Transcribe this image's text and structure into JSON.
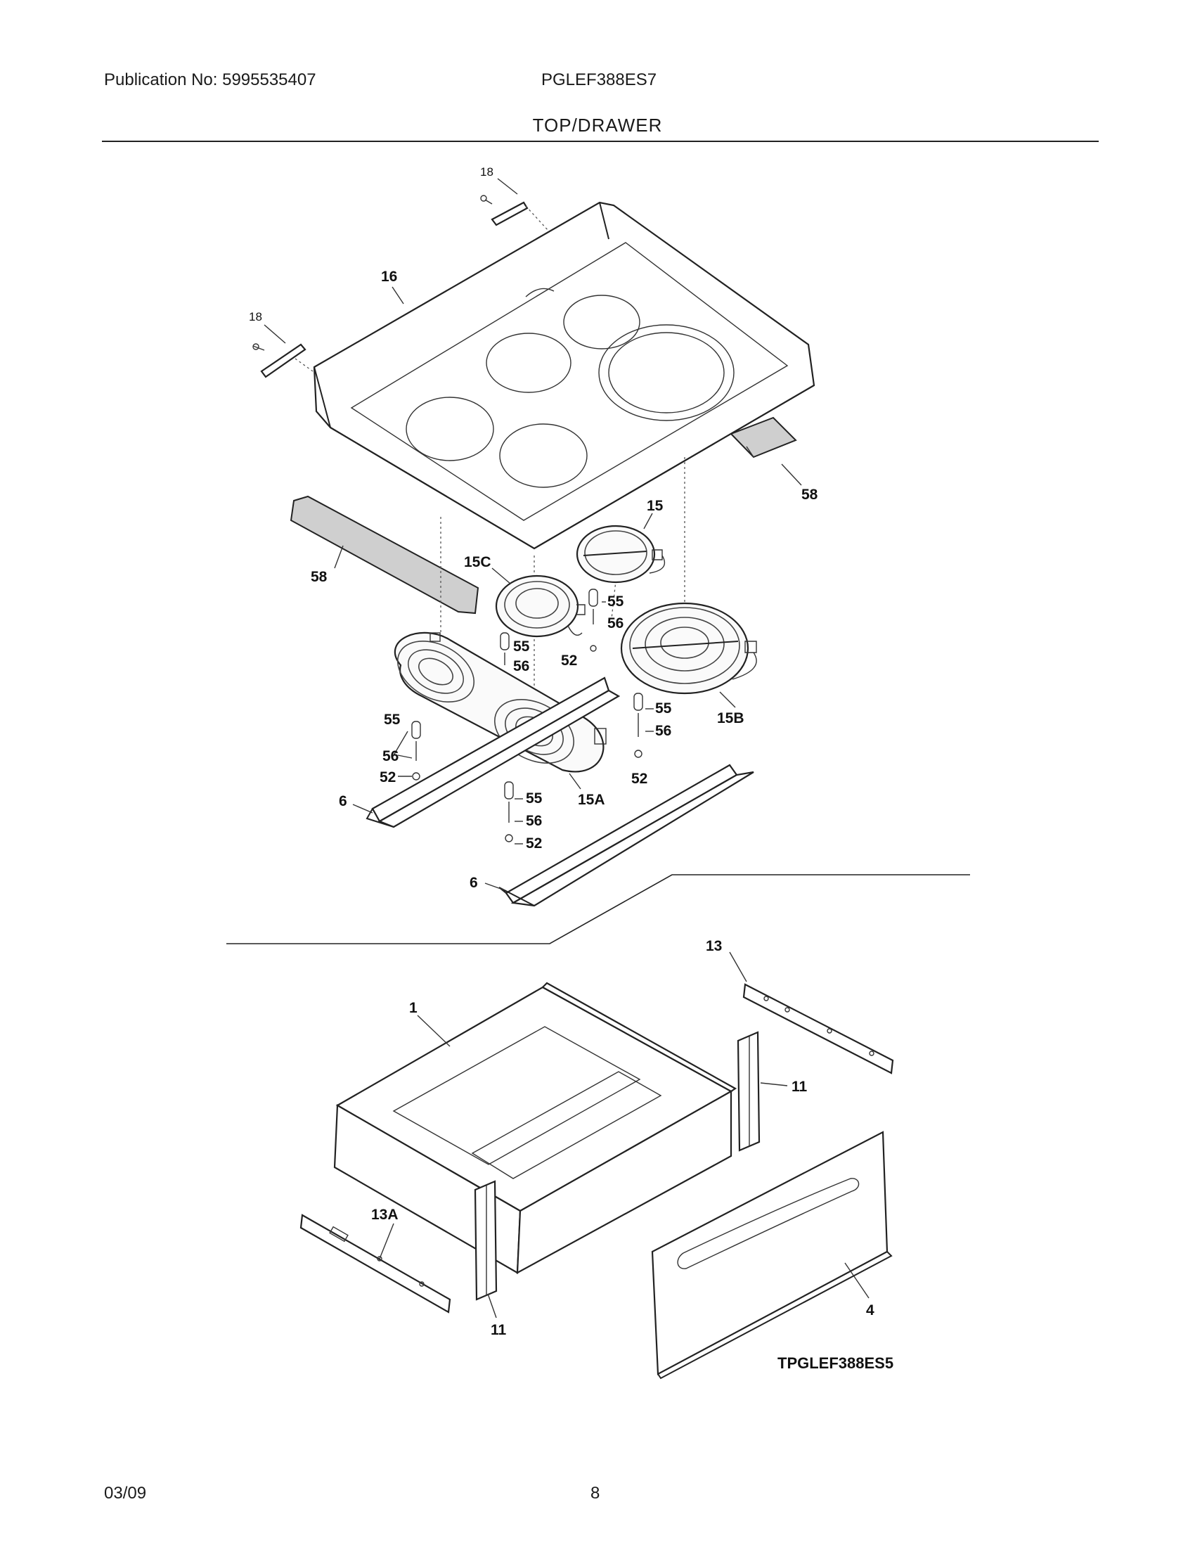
{
  "header": {
    "publication": "Publication No: 5995535407",
    "model": "PGLEF388ES7",
    "section_title": "TOP/DRAWER"
  },
  "footer": {
    "date": "03/09",
    "page_number": "8"
  },
  "diagram": {
    "code": "TPGLEF388ES5",
    "callouts": {
      "c18_top": "18",
      "c18_left": "18",
      "c16": "16",
      "c58_right": "58",
      "c58_left": "58",
      "c15": "15",
      "c15c": "15C",
      "c15b": "15B",
      "c15a": "15A",
      "c55_a": "55",
      "c56_a": "56",
      "c55_b": "55",
      "c56_b": "56",
      "c52_b": "52",
      "c55_c": "55",
      "c56_c": "56",
      "c52_c": "52",
      "c55_d": "55",
      "c56_d": "56",
      "c52_d": "52",
      "c55_e": "55",
      "c56_e": "56",
      "c52_e": "52",
      "c6_left": "6",
      "c6_bottom": "6",
      "c13": "13",
      "c13a": "13A",
      "c1": "1",
      "c11_right": "11",
      "c11_left": "11",
      "c4": "4"
    }
  }
}
